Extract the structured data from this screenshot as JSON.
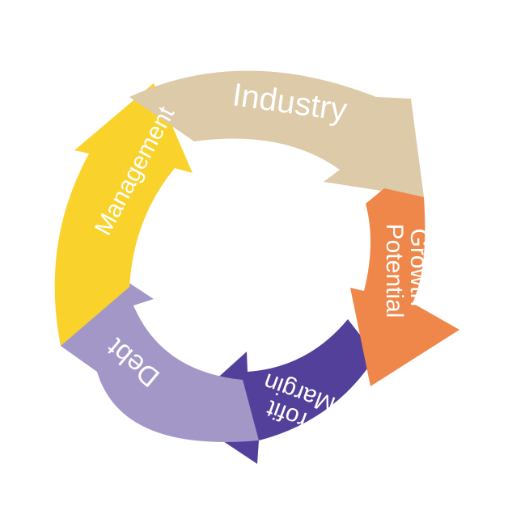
{
  "diagram": {
    "type": "cycle",
    "direction": "clockwise",
    "segments": [
      {
        "id": "industry",
        "label": "Industry",
        "color": "#dccaa8"
      },
      {
        "id": "growth",
        "label_lines": [
          "Growth",
          "Potential"
        ],
        "color": "#ef874a"
      },
      {
        "id": "profit",
        "label_lines": [
          "Profit",
          "Margin"
        ],
        "color": "#52409a"
      },
      {
        "id": "debt",
        "label": "Debt",
        "color": "#a397c8"
      },
      {
        "id": "management",
        "label": "Management",
        "color": "#f9d22c"
      }
    ]
  }
}
